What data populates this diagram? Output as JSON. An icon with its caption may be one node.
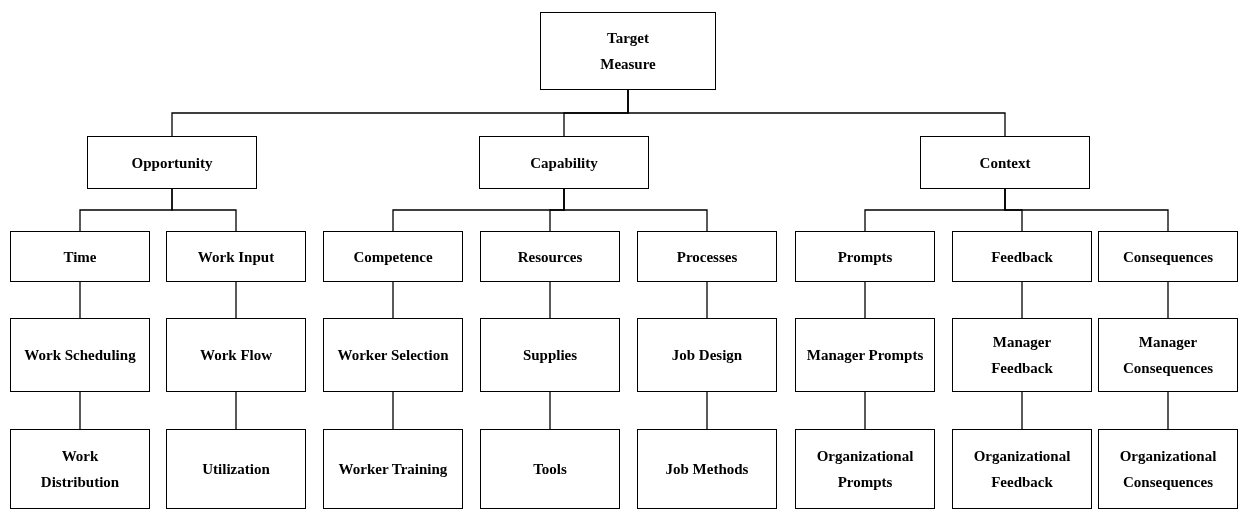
{
  "diagram": {
    "nodes": [
      {
        "text": [
          "Target Measure"
        ]
      },
      {
        "text": [
          "Opportunity"
        ]
      },
      {
        "text": [
          "Capability"
        ]
      },
      {
        "text": [
          "Context"
        ]
      },
      {
        "text": [
          "Time"
        ]
      },
      {
        "text": [
          "Work Input"
        ]
      },
      {
        "text": [
          "Competence"
        ]
      },
      {
        "text": [
          "Resources"
        ]
      },
      {
        "text": [
          "Processes"
        ]
      },
      {
        "text": [
          "Prompts"
        ]
      },
      {
        "text": [
          "Feedback"
        ]
      },
      {
        "text": [
          "Consequences"
        ]
      },
      {
        "text": [
          "Work Scheduling"
        ]
      },
      {
        "text": [
          "Work Flow"
        ]
      },
      {
        "text": [
          "Worker Selection"
        ]
      },
      {
        "text": [
          "Supplies"
        ]
      },
      {
        "text": [
          "Job Design"
        ]
      },
      {
        "text": [
          "Manager Prompts"
        ]
      },
      {
        "text": [
          "Manager Feedback"
        ]
      },
      {
        "text": [
          "Manager Consequences"
        ]
      },
      {
        "text": [
          "Work Distribution"
        ]
      },
      {
        "text": [
          "Utilization"
        ]
      },
      {
        "text": [
          "Worker Training"
        ]
      },
      {
        "text": [
          "Tools"
        ]
      },
      {
        "text": [
          "Job Methods"
        ]
      },
      {
        "text": [
          "Organizational Prompts"
        ]
      },
      {
        "text": [
          "Organizational Feedback"
        ]
      },
      {
        "text": [
          "Organizational Consequences"
        ]
      }
    ],
    "edges": [
      {
        "from": 0,
        "to": 1,
        "arrow": "none"
      },
      {
        "from": 0,
        "to": 2,
        "arrow": "none"
      },
      {
        "from": 0,
        "to": 3,
        "arrow": "none"
      },
      {
        "from": 1,
        "to": 4,
        "arrow": "none"
      },
      {
        "from": 1,
        "to": 5,
        "arrow": "none"
      },
      {
        "from": 2,
        "to": 6,
        "arrow": "none"
      },
      {
        "from": 2,
        "to": 7,
        "arrow": "none"
      },
      {
        "from": 2,
        "to": 8,
        "arrow": "none"
      },
      {
        "from": 3,
        "to": 9,
        "arrow": "none"
      },
      {
        "from": 3,
        "to": 10,
        "arrow": "none"
      },
      {
        "from": 3,
        "to": 11,
        "arrow": "none"
      },
      {
        "from": 4,
        "to": 12,
        "arrow": "none"
      },
      {
        "from": 5,
        "to": 13,
        "arrow": "none"
      },
      {
        "from": 6,
        "to": 14,
        "arrow": "none"
      },
      {
        "from": 7,
        "to": 15,
        "arrow": "none"
      },
      {
        "from": 8,
        "to": 16,
        "arrow": "none"
      },
      {
        "from": 9,
        "to": 17,
        "arrow": "none"
      },
      {
        "from": 10,
        "to": 18,
        "arrow": "none"
      },
      {
        "from": 11,
        "to": 19,
        "arrow": "none"
      },
      {
        "from": 12,
        "to": 20,
        "arrow": "none"
      },
      {
        "from": 13,
        "to": 21,
        "arrow": "none"
      },
      {
        "from": 14,
        "to": 22,
        "arrow": "none"
      },
      {
        "from": 15,
        "to": 23,
        "arrow": "none"
      },
      {
        "from": 16,
        "to": 24,
        "arrow": "none"
      },
      {
        "from": 17,
        "to": 25,
        "arrow": "none"
      },
      {
        "from": 18,
        "to": 26,
        "arrow": "none"
      },
      {
        "from": 19,
        "to": 27,
        "arrow": "none"
      }
    ]
  }
}
